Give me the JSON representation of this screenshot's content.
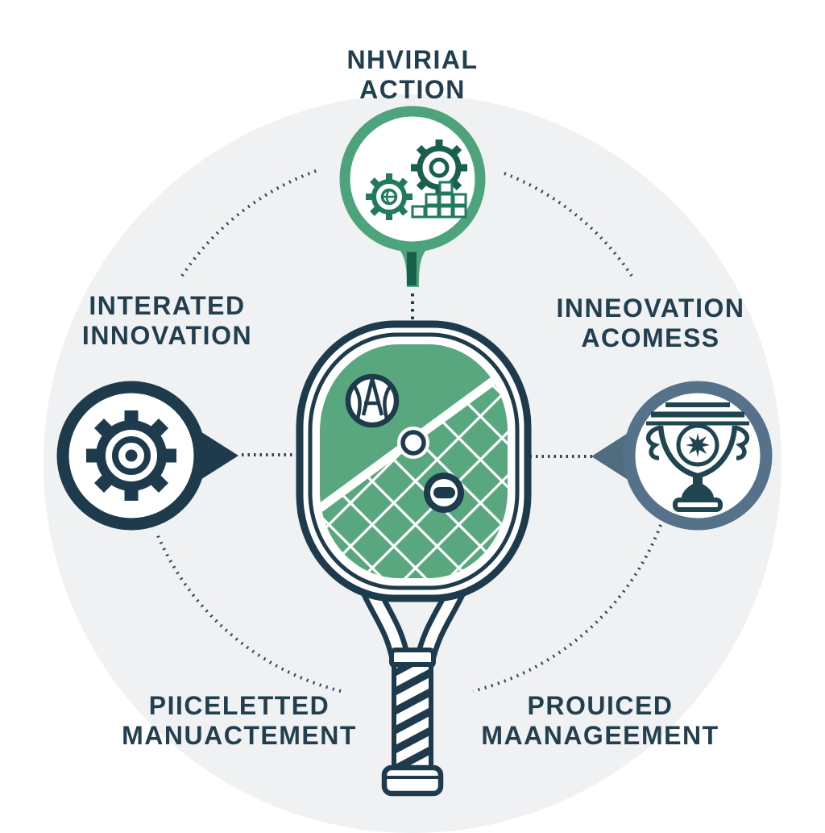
{
  "diagram": {
    "type": "infographic",
    "subject": "tennis racket surrounded by four feature labels and three icon nodes on a dotted circle",
    "background_canvas": "#ffffff",
    "background_circle": "#eff1f3"
  },
  "labels": {
    "top": {
      "line1": "NHVIRIAL",
      "line2": "ACTION"
    },
    "left": {
      "line1": "INTERATED",
      "line2": "INNOVATION"
    },
    "right": {
      "line1": "INNEOVATION",
      "line2": "ACOMESS"
    },
    "bottom_left": {
      "line1": "PIICELETTED",
      "line2": "MANUACTEMENT"
    },
    "bottom_right": {
      "line1": "PROUICED",
      "line2": "MAANAGEEMENT"
    }
  },
  "nodes": {
    "top": {
      "icon": "gears-and-blocks-icon",
      "ring_color": "#4da47c",
      "pointer": "pin-tail-down"
    },
    "left": {
      "icon": "gear-icon",
      "ring_color": "#1e3a4d",
      "pointer": "arrow-right"
    },
    "right": {
      "icon": "trophy-icon",
      "ring_color": "#56718a",
      "pointer": "arrow-left"
    }
  },
  "center_illustration": {
    "name": "tennis-racket",
    "paddle_color": "#58a77f",
    "outline_color": "#1e3a4d",
    "details": [
      "ball-icon",
      "ring-icon",
      "minus-badge-icon",
      "diagonal-net-lattice",
      "striped-grip"
    ]
  },
  "colors": {
    "text": "#223f4f",
    "dotted_line": "#24465c",
    "accent_green": "#4da47c",
    "accent_navy": "#1e3a4d",
    "accent_slate": "#56718a"
  }
}
